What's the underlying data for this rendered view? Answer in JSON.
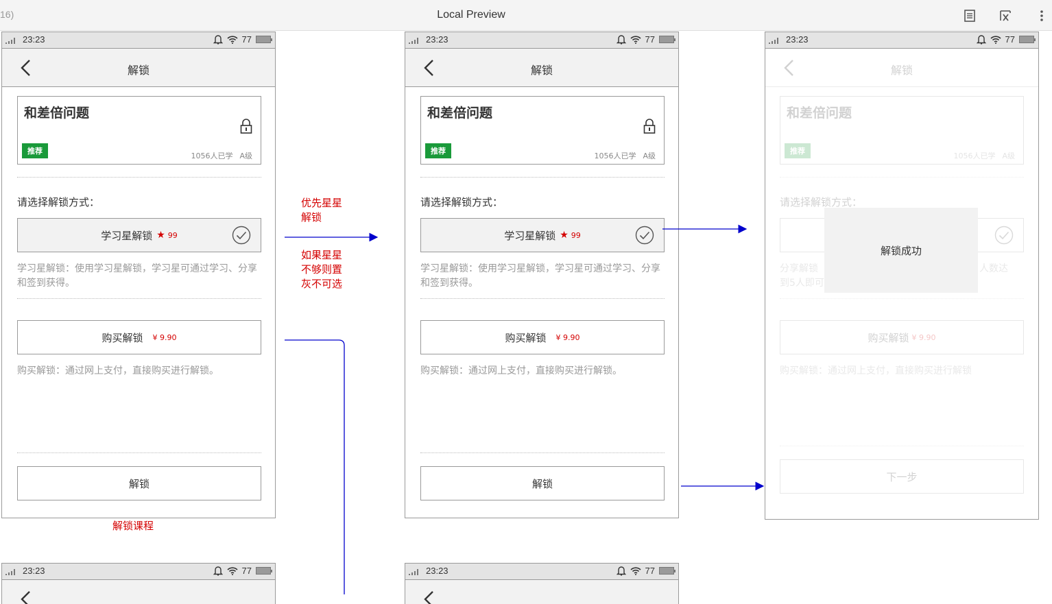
{
  "window": {
    "crumb": "16)",
    "title": "Local Preview"
  },
  "toolbar_icons": [
    "document-icon",
    "variable-icon",
    "more-icon"
  ],
  "status": {
    "time": "23:23",
    "battery": "77"
  },
  "screen": {
    "nav_title": "解锁",
    "course_title": "和差倍问题",
    "badge": "推荐",
    "learners": "1056人已学",
    "level": "A级",
    "choose_label": "请选择解锁方式：",
    "star_option": {
      "label": "学习星解锁",
      "star": "★",
      "price": "99"
    },
    "star_desc": "学习星解锁：使用学习星解锁，学习星可通过学习、分享和签到获得。",
    "buy_option": {
      "label": "购买解锁",
      "price": "¥ 9.90"
    },
    "buy_desc": "购买解锁：通过网上支付，直接购买进行解锁。",
    "unlock_button": "解锁"
  },
  "success_screen": {
    "desc_left": "分享解锁\n到5人即可",
    "desc_right": "人数达",
    "buy_desc": "购买解锁：通过网上支付，直接购买进行解锁",
    "next_button": "下一步",
    "toast": "解锁成功"
  },
  "annotations": {
    "priority": "优先星星\n解锁",
    "insufficient": "如果星星\n不够则置\n灰不可选",
    "caption": "解锁课程"
  },
  "colors": {
    "accent_red": "#d40000",
    "badge_green": "#1a9a3a",
    "arrow_blue": "#0000cc"
  }
}
